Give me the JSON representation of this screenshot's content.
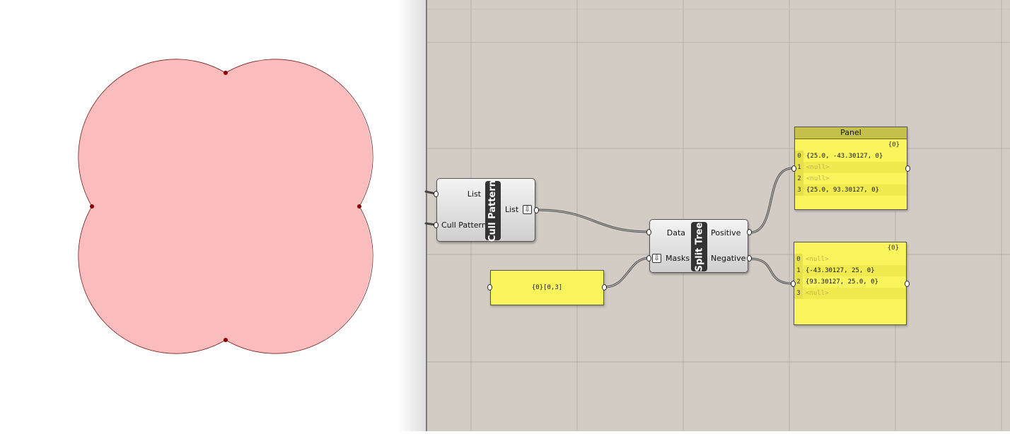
{
  "colors": {
    "canvas_bg": "#d2ccc5",
    "grid_line": "#b6b1aa",
    "panel_fill": "#faf45c",
    "panel_title": "#c5c04b",
    "shape_fill": "#fbbcbd",
    "shape_stroke": "#7a1c1c",
    "point_color": "#8b0000"
  },
  "viewport": {
    "shape": "four-circle union (rose curve)",
    "points": 4
  },
  "cull_pattern": {
    "name": "Cull Pattern",
    "inputs": [
      "List",
      "Cull Pattern"
    ],
    "output": "List",
    "flatten_icon": "flatten-arrow-icon"
  },
  "split_tree": {
    "name": "Split Tree",
    "inputs": [
      "Data",
      "Masks"
    ],
    "outputs": [
      "Positive",
      "Negative"
    ],
    "flatten_icon": "flatten-arrow-icon"
  },
  "mask_panel": {
    "text": "{0}[0,3]"
  },
  "panel_positive": {
    "title": "Panel",
    "path": "{0}",
    "rows": [
      {
        "index": "0",
        "value": "{25.0, -43.30127, 0}"
      },
      {
        "index": "1",
        "value": "<null>"
      },
      {
        "index": "2",
        "value": "<null>"
      },
      {
        "index": "3",
        "value": "{25.0, 93.30127, 0}"
      }
    ]
  },
  "panel_negative": {
    "path": "{0}",
    "rows": [
      {
        "index": "0",
        "value": "<null>"
      },
      {
        "index": "1",
        "value": "{-43.30127, 25, 0}"
      },
      {
        "index": "2",
        "value": "{93.30127, 25.0, 0}"
      },
      {
        "index": "3",
        "value": "<null>"
      }
    ]
  }
}
